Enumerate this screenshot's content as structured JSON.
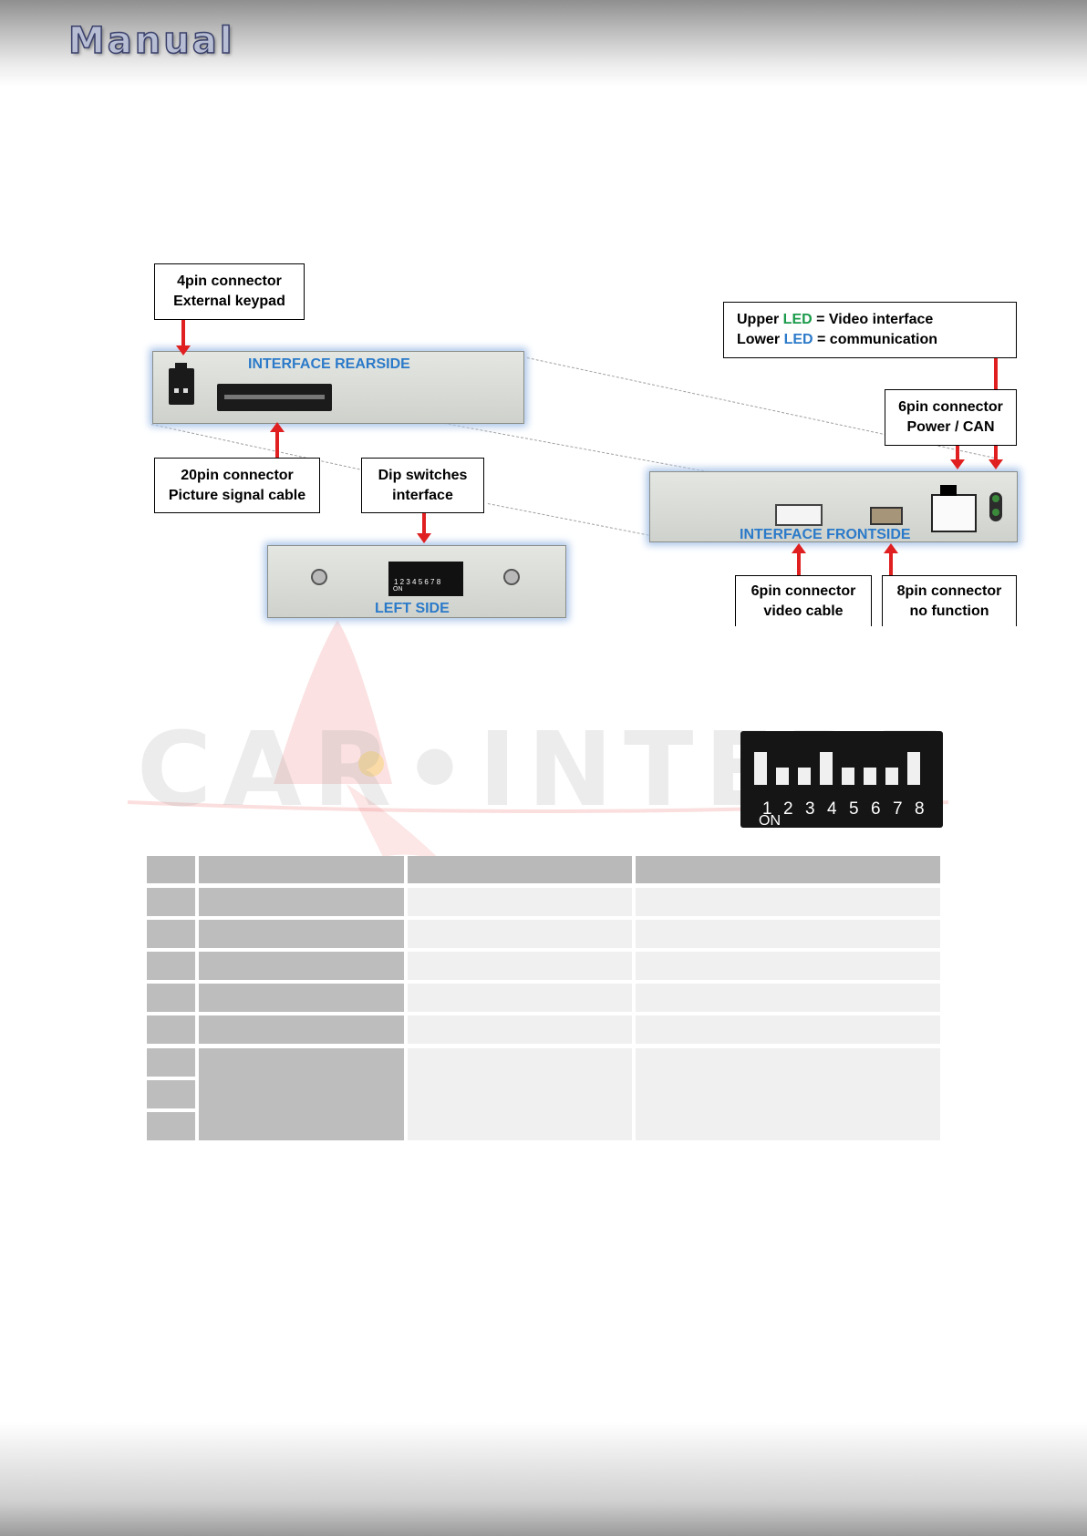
{
  "header": {
    "logo": "Manual"
  },
  "watermark": {
    "text": "CAR•INTERF"
  },
  "panels": {
    "rearside": "INTERFACE   REARSIDE",
    "frontside": "INTERFACE   FRONTSIDE",
    "leftside": "LEFT SIDE",
    "mini_dip_numbers": "1 2 3 4 5 6 7 8",
    "mini_dip_on": "ON"
  },
  "callouts": {
    "keypad": {
      "line1": "4pin connector",
      "line2": "External keypad"
    },
    "led": {
      "upper_prefix": "Upper ",
      "upper_led": "LED",
      "upper_suffix": " = Video interface",
      "lower_prefix": "Lower ",
      "lower_led": "LED",
      "lower_suffix": " = communication",
      "upper_led_color": "#1a9a4a",
      "lower_led_color": "#2b7ac9"
    },
    "power": {
      "line1": "6pin connector",
      "line2": "Power / CAN"
    },
    "picture": {
      "line1": "20pin connector",
      "line2": "Picture signal cable"
    },
    "dip": {
      "line1": "Dip switches",
      "line2": "interface"
    },
    "video": {
      "line1": "6pin connector",
      "line2": "video cable"
    },
    "nofunc": {
      "line1": "8pin connector",
      "line2": "no function"
    }
  },
  "dip_switch": {
    "numbers": [
      "1",
      "2",
      "3",
      "4",
      "5",
      "6",
      "7",
      "8"
    ],
    "on_label": "ON",
    "states": [
      "off",
      "on",
      "on",
      "off",
      "on",
      "on",
      "on",
      "off"
    ]
  },
  "colors": {
    "arrow": "#e02020",
    "label_blue": "#2b7ac9",
    "table_header": "#b9b9b9",
    "table_col": "#bdbdbd",
    "table_light": "#f0f0f0"
  }
}
